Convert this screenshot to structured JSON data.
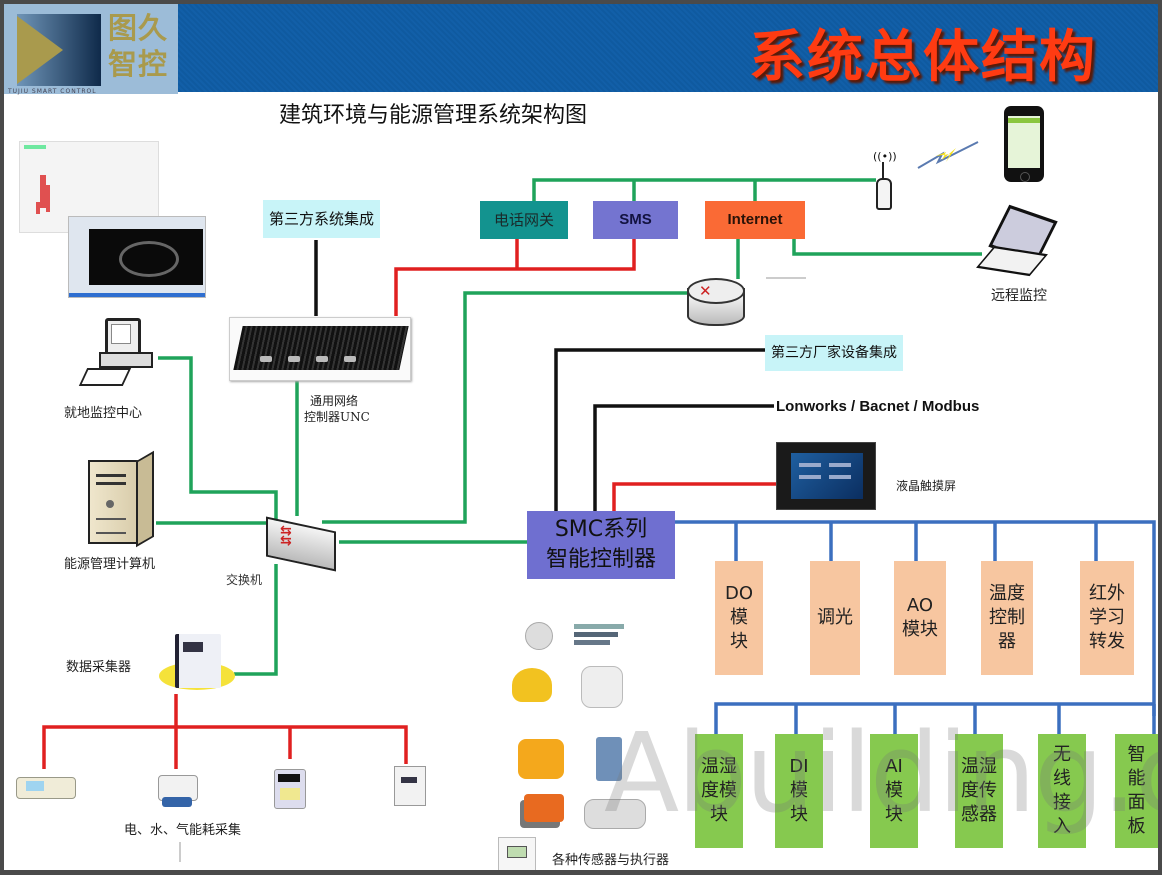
{
  "header": {
    "logo_text": "图久智控",
    "logo_line1": "图久",
    "logo_line2": "智控",
    "logo_sub": "TUJIU SMART CONTROL",
    "title": "系统总体结构"
  },
  "diagram": {
    "title": "建筑环境与能源管理系统架构图",
    "third_party_system": "第三方系统集成",
    "third_party_vendor": "第三方厂家设备集成",
    "protocols": "Lonworks / Bacnet / Modbus",
    "telephone_gateway": "电话网关",
    "sms": "SMS",
    "internet": "Internet",
    "remote_monitoring": "远程监控",
    "local_monitoring_center": "就地监控中心",
    "energy_computer": "能源管理计算机",
    "switch": "交换机",
    "unc_line1": "通用网络",
    "unc_line2": "控制器UNC",
    "data_collector": "数据采集器",
    "meters_label": "电、水、气能耗采集",
    "lcd_touchscreen": "液晶触摸屏",
    "smc_line1": "SMC系列",
    "smc_line2": "智能控制器",
    "sensors_actuators": "各种传感器与执行器",
    "watermark": "Abuilding.cn",
    "output_modules": [
      {
        "label": "DO\n模\n块"
      },
      {
        "label": "调光"
      },
      {
        "label": "AO\n模块"
      },
      {
        "label": "温度\n控制\n器"
      },
      {
        "label": "红外\n学习\n转发"
      }
    ],
    "input_modules": [
      {
        "label": "温湿\n度模\n块"
      },
      {
        "label": "DI\n模\n块"
      },
      {
        "label": "AI\n模\n块"
      },
      {
        "label": "温湿\n度传\n感器"
      },
      {
        "label": "无\n线\n接\n入"
      },
      {
        "label": "智\n能\n面\n板"
      }
    ]
  },
  "colors": {
    "ethernet": "#1fa35a",
    "serial": "#e02020",
    "third_party": "#111111",
    "field_bus": "#3b6fbf",
    "telephone_gateway": "#13938f",
    "sms": "#7474d0",
    "internet": "#fa6a35",
    "smc": "#6f6fd0",
    "output_module": "#f7c6a0",
    "input_module": "#86c94f",
    "title_red": "#ff3b12"
  }
}
